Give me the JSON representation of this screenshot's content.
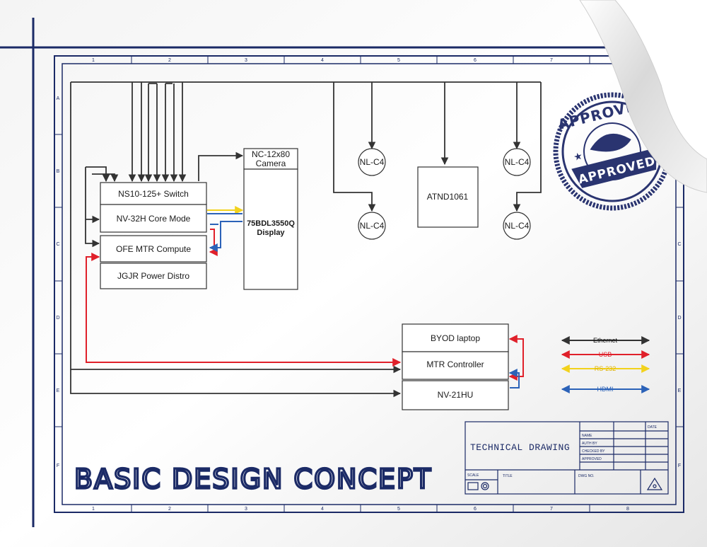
{
  "diagram_title": "BASIC DESIGN CONCEPT",
  "title_block": {
    "heading": "TECHNICAL DRAWING",
    "date_label": "DATE",
    "rows": [
      "NAME",
      "AUTH BY",
      "CHECKED BY",
      "APPROVED"
    ],
    "scale_label": "SCALE",
    "title_label": "TITLE",
    "dwg_label": "DWG NO."
  },
  "grid": {
    "columns": [
      "1",
      "2",
      "3",
      "4",
      "5",
      "6",
      "7",
      "8"
    ],
    "rows": [
      "A",
      "B",
      "C",
      "D",
      "E",
      "F"
    ]
  },
  "stamp": {
    "top_text": "APPROVED",
    "band_text": "APPROVED",
    "color": "#2a3470"
  },
  "components": {
    "switch": "NS10-125+ Switch",
    "core": "NV-32H Core Mode",
    "compute": "OFE MTR Compute",
    "power": "JGJR Power  Distro",
    "camera": "NC-12x80 Camera",
    "display": "75BDL3550Q Display",
    "nlc4_1": "NL-C4",
    "nlc4_2": "NL-C4",
    "nlc4_3": "NL-C4",
    "nlc4_4": "NL-C4",
    "atnd": "ATND1061",
    "byod": "BYOD laptop",
    "mtr_controller": "MTR Controller",
    "nv21hu": "NV-21HU"
  },
  "legend": [
    {
      "label": "Ethernet",
      "color": "#333333"
    },
    {
      "label": "USB",
      "color": "#e0202a"
    },
    {
      "label": "RS-232",
      "color": "#f2d21c"
    },
    {
      "label": "HDMI",
      "color": "#2b62b8"
    }
  ]
}
